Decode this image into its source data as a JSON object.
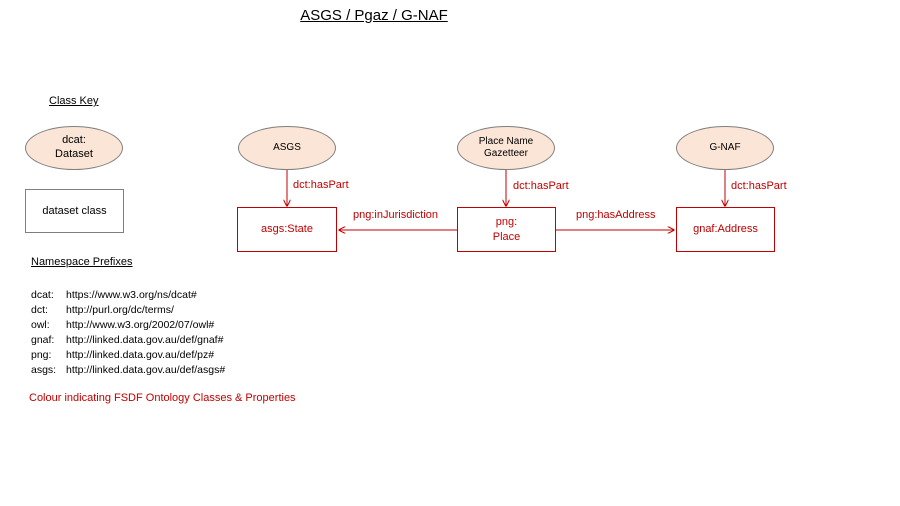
{
  "title": "ASGS / Pgaz / G-NAF",
  "class_key": {
    "heading": "Class Key",
    "dataset_line1": "dcat:",
    "dataset_line2": "Dataset",
    "class_label": "dataset class"
  },
  "datasets": {
    "asgs": "ASGS",
    "pgaz_line1": "Place Name",
    "pgaz_line2": "Gazetteer",
    "gnaf": "G-NAF"
  },
  "classes": {
    "state": "asgs:State",
    "place_line1": "png:",
    "place_line2": "Place",
    "address": "gnaf:Address"
  },
  "edges": {
    "has_part_asgs": "dct:hasPart",
    "has_part_pgaz": "dct:hasPart",
    "has_part_gnaf": "dct:hasPart",
    "in_jurisdiction": "png:inJurisdiction",
    "has_address": "png:hasAddress"
  },
  "namespaces": {
    "heading": "Namespace Prefixes",
    "items": [
      {
        "prefix": "dcat:",
        "uri": "https://www.w3.org/ns/dcat#"
      },
      {
        "prefix": "dct:",
        "uri": "http://purl.org/dc/terms/"
      },
      {
        "prefix": "owl:",
        "uri": "http://www.w3.org/2002/07/owl#"
      },
      {
        "prefix": "gnaf:",
        "uri": "http://linked.data.gov.au/def/gnaf#"
      },
      {
        "prefix": "png:",
        "uri": "http://linked.data.gov.au/def/pz#"
      },
      {
        "prefix": "asgs:",
        "uri": "http://linked.data.gov.au/def/asgs#"
      }
    ]
  },
  "legend_note": "Colour indicating FSDF Ontology Classes & Properties",
  "colors": {
    "fsdf_red": "#c00000",
    "dataset_fill": "#fbe5d6",
    "outline_grey": "#7f7f7f"
  }
}
